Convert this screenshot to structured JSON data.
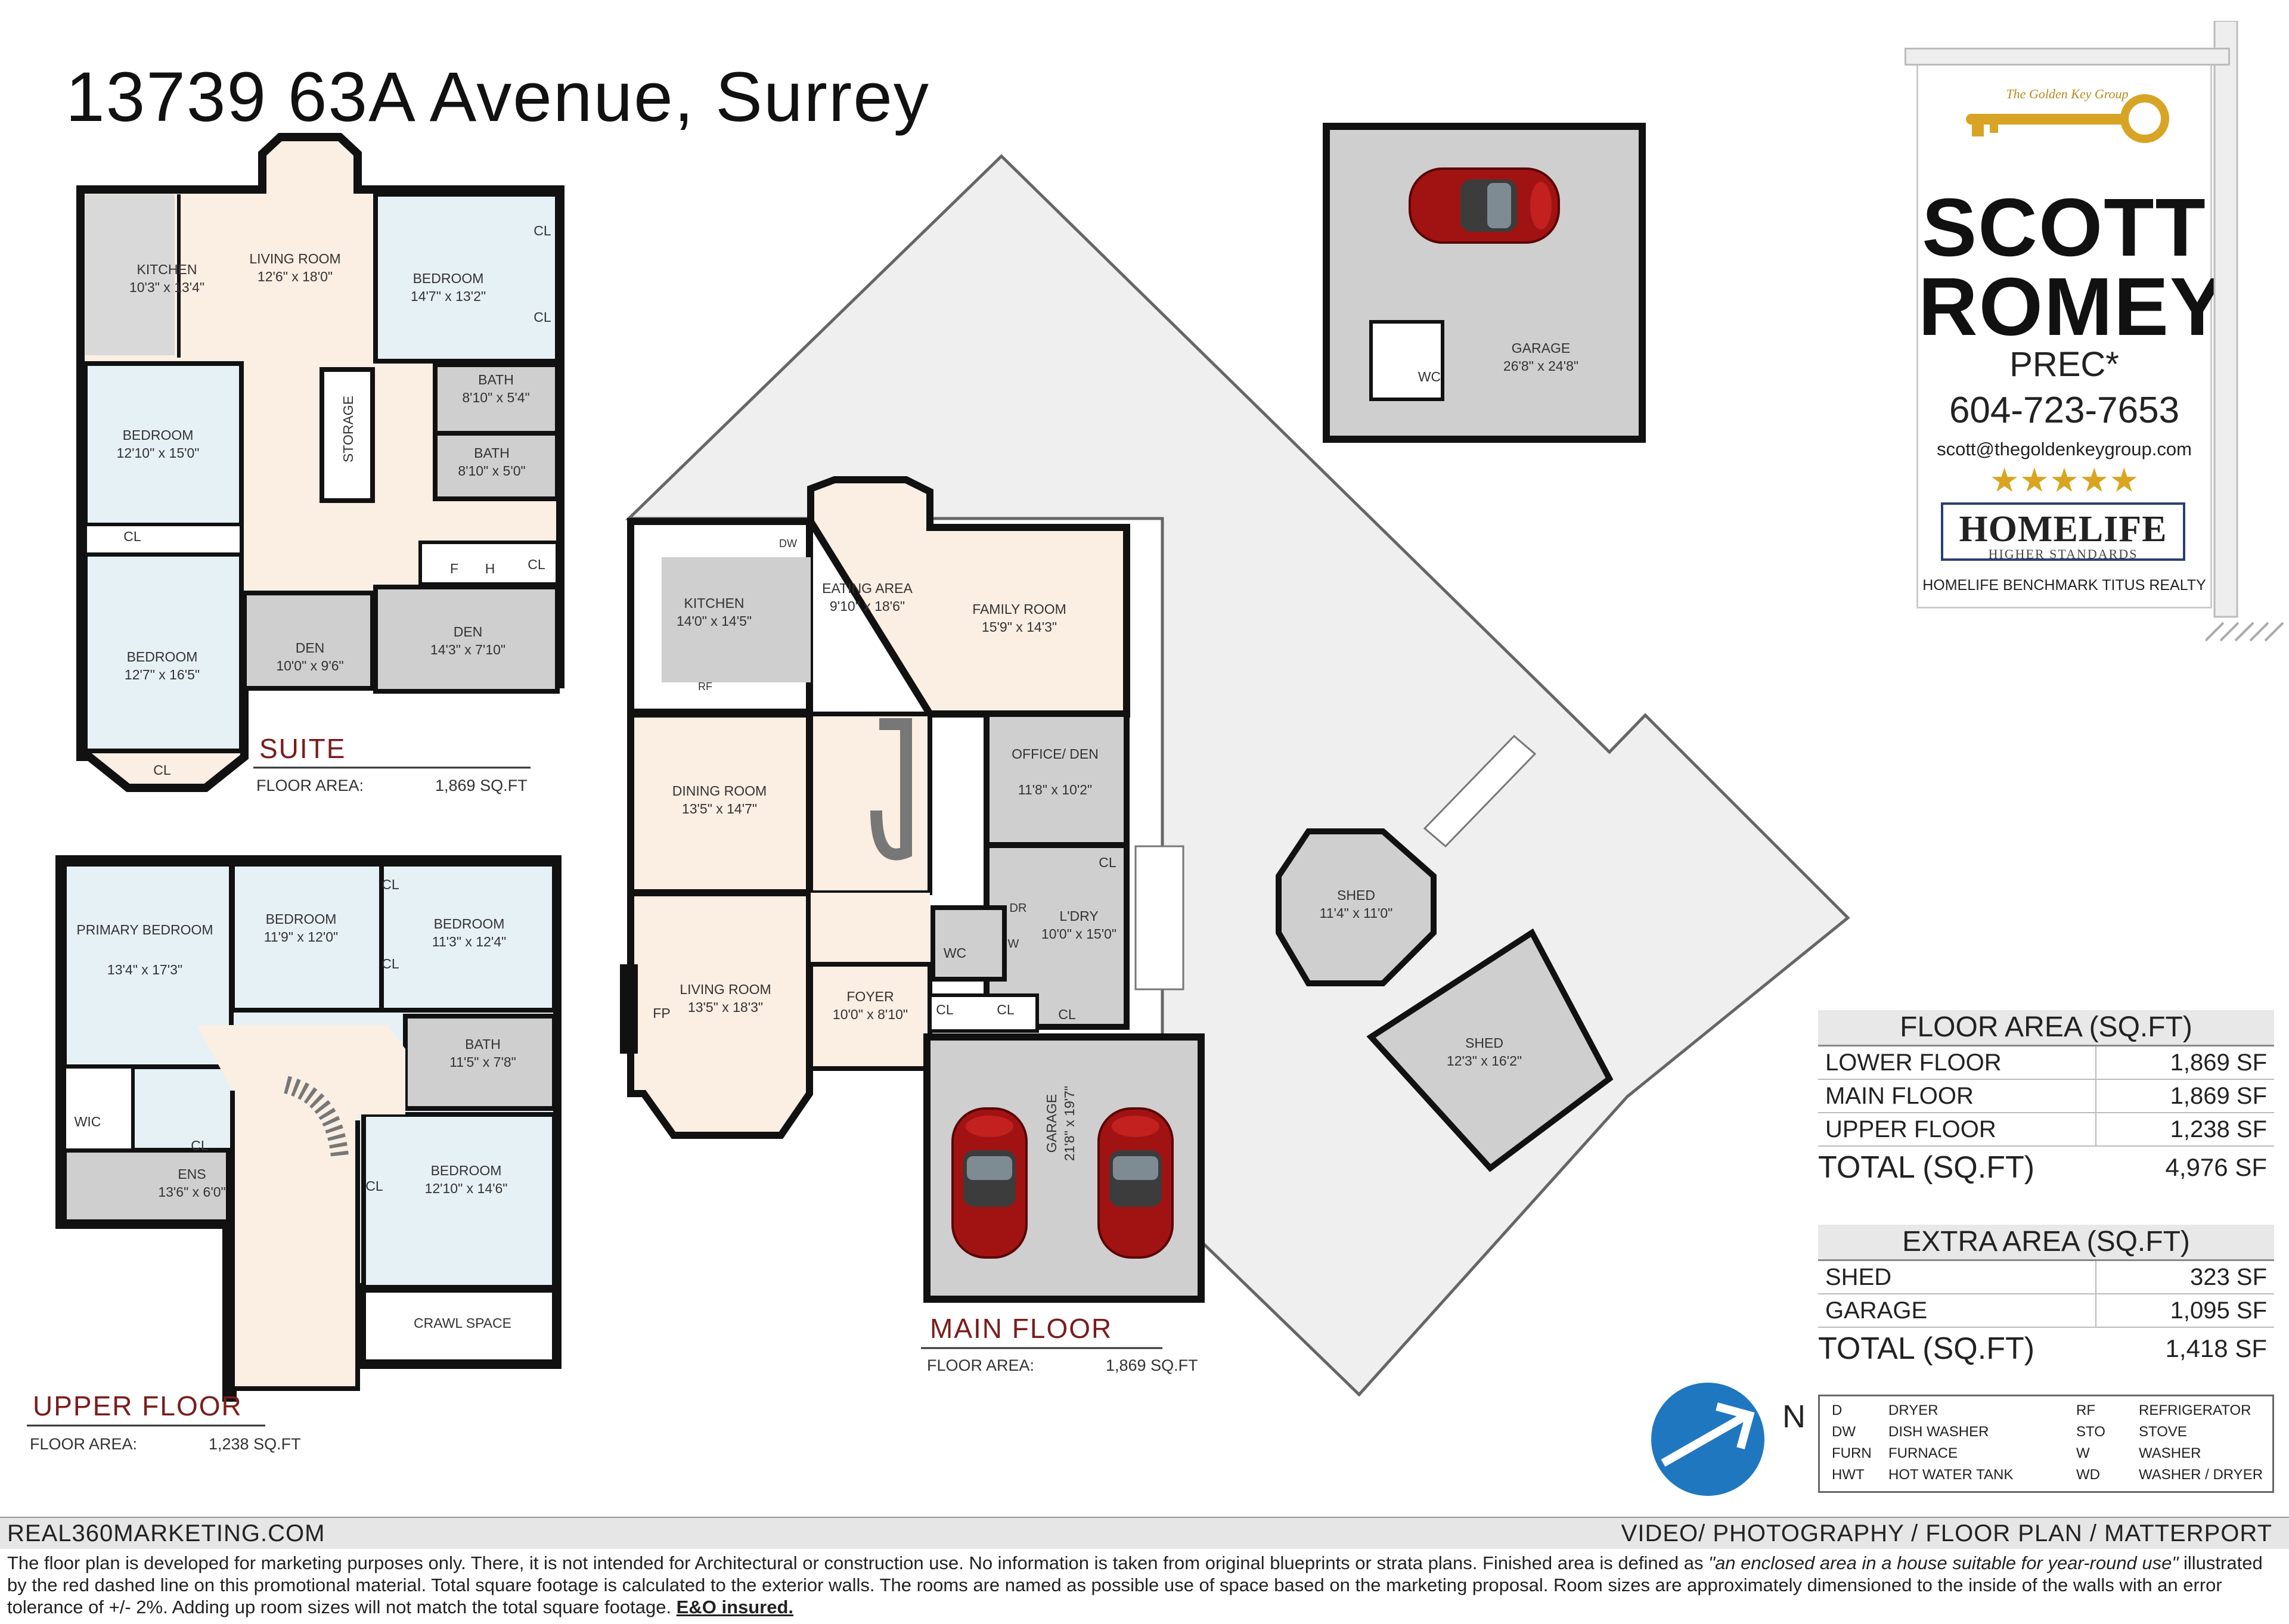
{
  "title": "13739 63A Avenue, Surrey",
  "floors": {
    "suite": {
      "name": "SUITE",
      "area_label": "FLOOR AREA:",
      "area_value": "1,869 SQ.FT",
      "rooms": [
        {
          "name": "KITCHEN",
          "dim": "10'3\" x 13'4\""
        },
        {
          "name": "LIVING ROOM",
          "dim": "12'6\" x 18'0\""
        },
        {
          "name": "BEDROOM",
          "dim": "14'7\" x 13'2\""
        },
        {
          "name": "BEDROOM",
          "dim": "12'10\" x 15'0\""
        },
        {
          "name": "BATH",
          "dim": "8'10\" x 5'4\""
        },
        {
          "name": "BATH",
          "dim": "8'10\" x 5'0\""
        },
        {
          "name": "BEDROOM",
          "dim": "12'7\" x 16'5\""
        },
        {
          "name": "DEN",
          "dim": "10'0\" x 9'6\""
        },
        {
          "name": "DEN",
          "dim": "14'3\" x 7'10\""
        },
        {
          "name": "STORAGE",
          "dim": ""
        }
      ]
    },
    "upper": {
      "name": "UPPER FLOOR",
      "area_label": "FLOOR AREA:",
      "area_value": "1,238 SQ.FT",
      "rooms": [
        {
          "name": "PRIMARY BEDROOM",
          "dim": "13'4\" x 17'3\""
        },
        {
          "name": "BEDROOM",
          "dim": "11'9\" x 12'0\""
        },
        {
          "name": "BEDROOM",
          "dim": "11'3\" x 12'4\""
        },
        {
          "name": "BATH",
          "dim": "11'5\" x 7'8\""
        },
        {
          "name": "ENS",
          "dim": "13'6\" x 6'0\""
        },
        {
          "name": "BEDROOM",
          "dim": "12'10\" x 14'6\""
        },
        {
          "name": "CRAWL SPACE",
          "dim": ""
        },
        {
          "name": "WIC",
          "dim": ""
        }
      ]
    },
    "main": {
      "name": "MAIN FLOOR",
      "area_label": "FLOOR AREA:",
      "area_value": "1,869 SQ.FT",
      "rooms": [
        {
          "name": "KITCHEN",
          "dim": "14'0\" x 14'5\""
        },
        {
          "name": "EATING AREA",
          "dim": "9'10\" x 18'6\""
        },
        {
          "name": "FAMILY ROOM",
          "dim": "15'9\" x 14'3\""
        },
        {
          "name": "DINING ROOM",
          "dim": "13'5\" x 14'7\""
        },
        {
          "name": "OFFICE/ DEN",
          "dim": "11'8\" x 10'2\""
        },
        {
          "name": "L'DRY",
          "dim": "10'0\" x 15'0\""
        },
        {
          "name": "LIVING ROOM",
          "dim": "13'5\" x 18'3\""
        },
        {
          "name": "FOYER",
          "dim": "10'0\" x 8'10\""
        },
        {
          "name": "GARAGE",
          "dim": "21'8\" x 19'7\""
        },
        {
          "name": "WC",
          "dim": ""
        }
      ]
    },
    "detached_garage": {
      "name": "GARAGE",
      "dim": "26'8\" x 24'8\"",
      "wc": "WC"
    },
    "shed1": {
      "name": "SHED",
      "dim": "11'4\" x 11'0\""
    },
    "shed2": {
      "name": "SHED",
      "dim": "12'3\" x 16'2\""
    },
    "fixtures": {
      "cl": "CL",
      "f": "F",
      "h": "H",
      "rf": "RF",
      "dw": "DW",
      "dr": "DR",
      "w": "W",
      "fp": "FP"
    }
  },
  "sign": {
    "brand": "The Golden Key Group",
    "first_name": "SCOTT",
    "last_name": "ROMEY",
    "credential": "PREC*",
    "phone": "604-723-7653",
    "email": "scott@thegoldenkeygroup.com",
    "logo_main": "HOMELIFE",
    "logo_sub": "HIGHER STANDARDS",
    "brokerage": "HOMELIFE BENCHMARK TITUS REALTY"
  },
  "floor_area": {
    "header": "FLOOR AREA (SQ.FT)",
    "rows": [
      {
        "label": "LOWER FLOOR",
        "value": "1,869 SF"
      },
      {
        "label": "MAIN FLOOR",
        "value": "1,869 SF"
      },
      {
        "label": "UPPER FLOOR",
        "value": "1,238 SF"
      }
    ],
    "total_label": "TOTAL (SQ.FT)",
    "total_value": "4,976 SF"
  },
  "extra_area": {
    "header": "EXTRA AREA (SQ.FT)",
    "rows": [
      {
        "label": "SHED",
        "value": "323 SF"
      },
      {
        "label": "GARAGE",
        "value": "1,095 SF"
      }
    ],
    "total_label": "TOTAL (SQ.FT)",
    "total_value": "1,418 SF"
  },
  "compass": {
    "label": "N"
  },
  "legend": [
    {
      "code": "D",
      "text": "DRYER"
    },
    {
      "code": "RF",
      "text": "REFRIGERATOR"
    },
    {
      "code": "DW",
      "text": "DISH WASHER"
    },
    {
      "code": "STO",
      "text": "STOVE"
    },
    {
      "code": "FURN",
      "text": "FURNACE"
    },
    {
      "code": "W",
      "text": "WASHER"
    },
    {
      "code": "HWT",
      "text": "HOT WATER TANK"
    },
    {
      "code": "WD",
      "text": "WASHER / DRYER"
    }
  ],
  "footer": {
    "left": "REAL360MARKETING.COM",
    "right": "VIDEO/ PHOTOGRAPHY / FLOOR PLAN / MATTERPORT",
    "disclaimer_1": "The floor plan is developed for marketing purposes only. There, it is not intended for Architectural or construction use. No information is  taken from original blueprints or strata plans. Finished area is defined as ",
    "disclaimer_quote": "\"an enclosed area in a house suitable for year-round use\"",
    "disclaimer_2": " illustrated by the red dashed line on this promotional material. Total square footage is calculated to the exterior walls. The rooms are named as possible use of space based on the marketing proposal. Room sizes are approximately dimensioned to the inside of the walls with an error tolerance of +/- 2%. Adding up room sizes will not match the total square footage. ",
    "disclaimer_eo": "E&O insured."
  },
  "colors": {
    "wall": "#111111",
    "warm_floor": "#fbeee3",
    "cool_floor": "#e6f1f5",
    "grey_floor": "#cfcfcf",
    "deck": "#efefef",
    "brand_red": "#7a1c1c"
  }
}
